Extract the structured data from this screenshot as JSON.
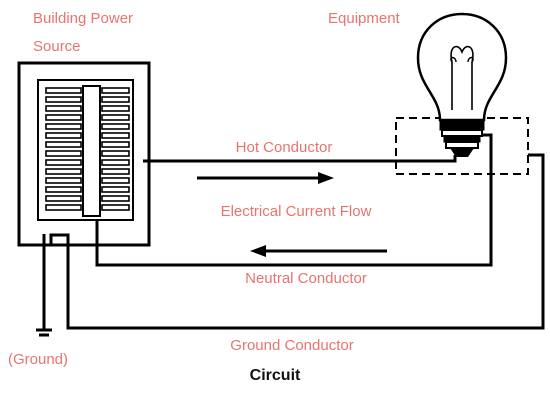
{
  "labels": {
    "power_source_line1": "Building Power",
    "power_source_line2": "Source",
    "equipment": "Equipment",
    "hot_conductor": "Hot Conductor",
    "current_flow": "Electrical Current Flow",
    "neutral_conductor": "Neutral Conductor",
    "ground_conductor": "Ground Conductor",
    "ground": "(Ground)"
  },
  "caption": "Circuit",
  "colors": {
    "label": "#e87470",
    "wire": "#000000",
    "background": "#ffffff"
  }
}
